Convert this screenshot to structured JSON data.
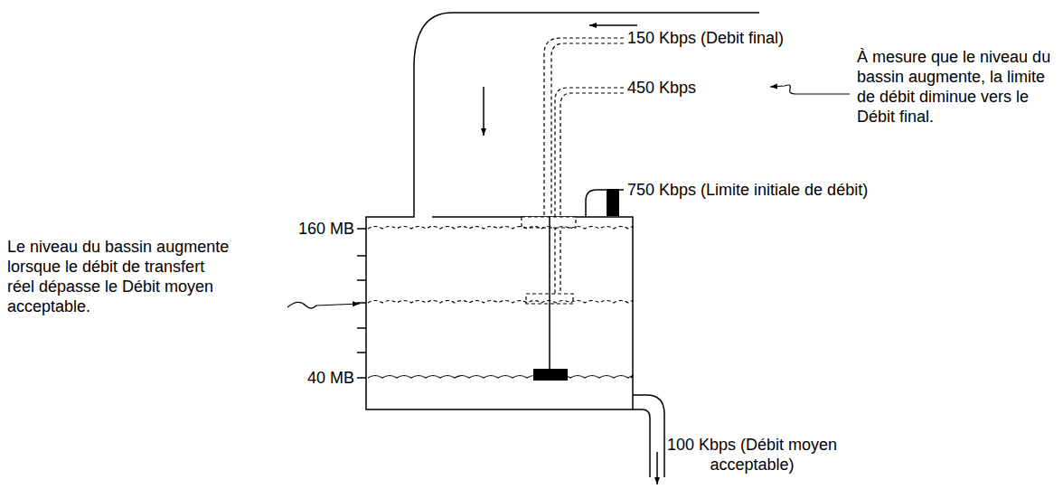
{
  "diagram": {
    "labels": [
      "150 Kbps (Debit final)",
      "À mesure que le niveau du bassin augmente, la limite de débit diminue vers le Débit final.",
      "450 Kbps",
      "750 Kbps (Limite initiale de débit)",
      "160 MB",
      "Le niveau du bassin augmente lorsque le débit de transfert réel dépasse le Débit moyen acceptable.",
      "40 MB",
      "100 Kbps (Débit moyen acceptable)"
    ]
  }
}
